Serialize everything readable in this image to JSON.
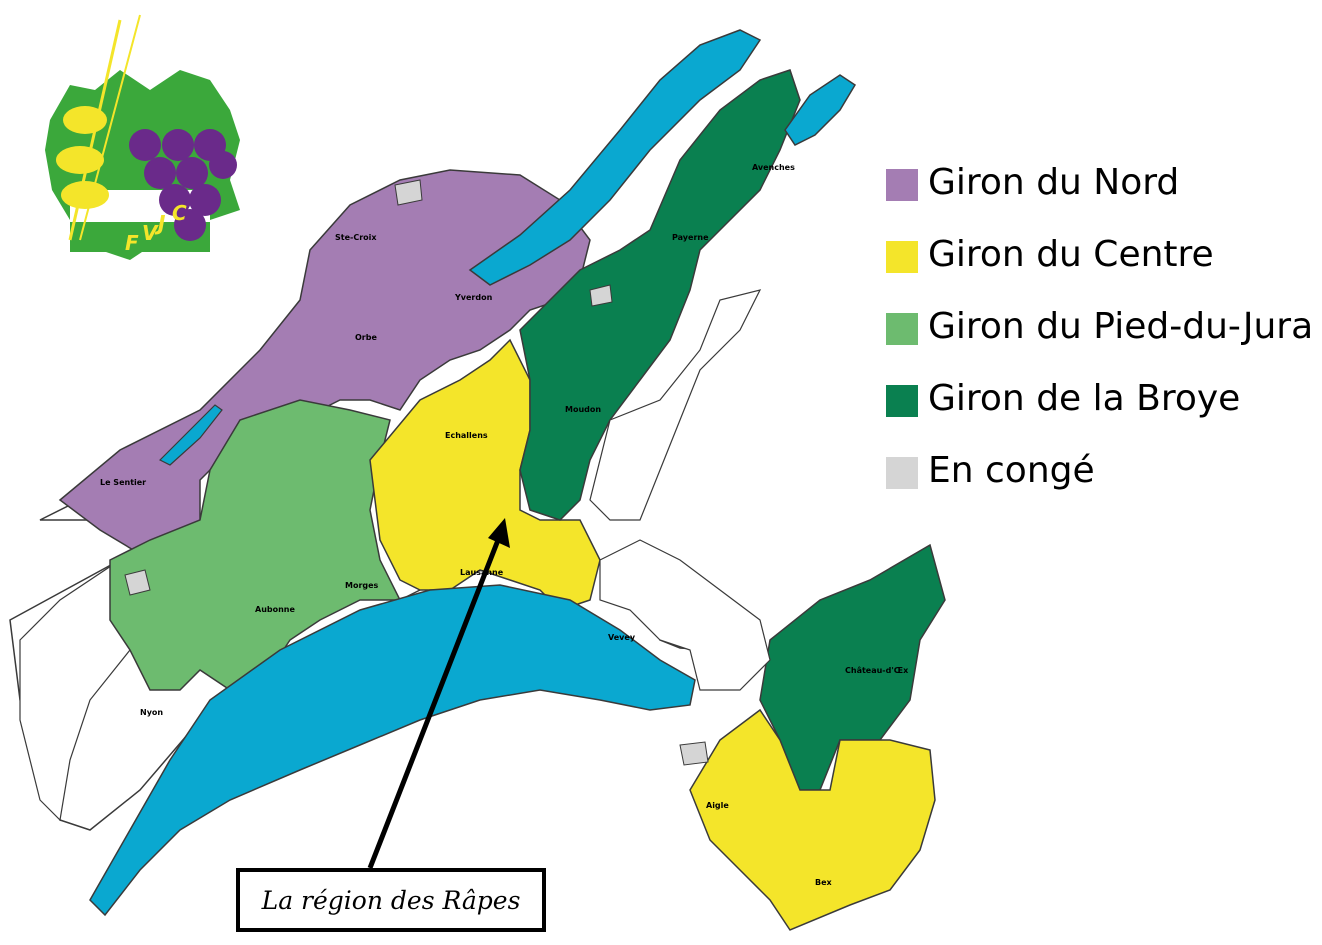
{
  "logo": {
    "letters": [
      "F",
      "V",
      "J",
      "C"
    ]
  },
  "legend": [
    {
      "label": "Giron du Nord",
      "color": "#a47db3"
    },
    {
      "label": "Giron du Centre",
      "color": "#f4e52a"
    },
    {
      "label": "Giron du Pied-du-Jura",
      "color": "#6dbb6f"
    },
    {
      "label": "Giron de la Broye",
      "color": "#0a8050"
    },
    {
      "label": "En congé",
      "color": "#d5d5d5"
    }
  ],
  "annotation": {
    "text": "La région des Râpes"
  },
  "places": {
    "payerne": "Payerne",
    "avenches": "Avenches",
    "yverdon": "Yverdon",
    "orbe": "Orbe",
    "sainte_croix": "Ste-Croix",
    "moudon": "Moudon",
    "lausanne": "Lausanne",
    "morges": "Morges",
    "aubonne": "Aubonne",
    "le_sentier": "Le Sentier",
    "aigle": "Aigle",
    "chateau_doex": "Château-d'Œx",
    "vevey": "Vevey",
    "nyon": "Nyon",
    "echallens": "Echallens",
    "bex": "Bex"
  },
  "colors": {
    "lake": "#0aa8d0",
    "border": "#3a3a3a",
    "map_bg": "#ffffff"
  }
}
